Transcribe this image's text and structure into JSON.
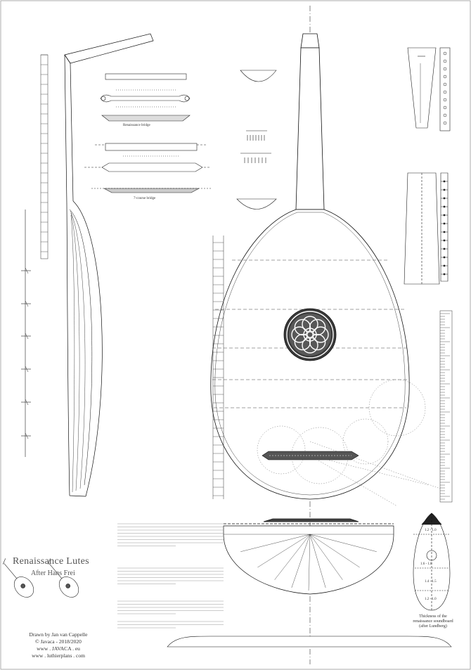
{
  "title": "Renaissance Lutes",
  "subtitle": "After Hans Frei",
  "credits": {
    "drawn_by": "Drawn by Jan van Cappelle",
    "copyright": "© Javaca - 2018/2020",
    "site1": "www . JAVACA . eu",
    "site2": "www . luthierplans . com"
  },
  "labels": {
    "bridge_renaissance": "Renaissance bridge",
    "bridge_7course": "7-course bridge",
    "soundboard_caption_1": "Thickness of the",
    "soundboard_caption_2": "renaissance soundboard",
    "soundboard_caption_3": "(after Lundberg)",
    "thk_1": "1.2 - 1.0",
    "thk_2": "1.4 - 1.5",
    "thk_3": "1.6 - 1.8",
    "thk_4": "1.2 - 1.0"
  },
  "colors": {
    "line": "#1a1a1a",
    "dashed": "#444444",
    "rose_fill": "#3a3a3a",
    "bridge_fill": "#555555",
    "cap_fill": "#333333"
  }
}
